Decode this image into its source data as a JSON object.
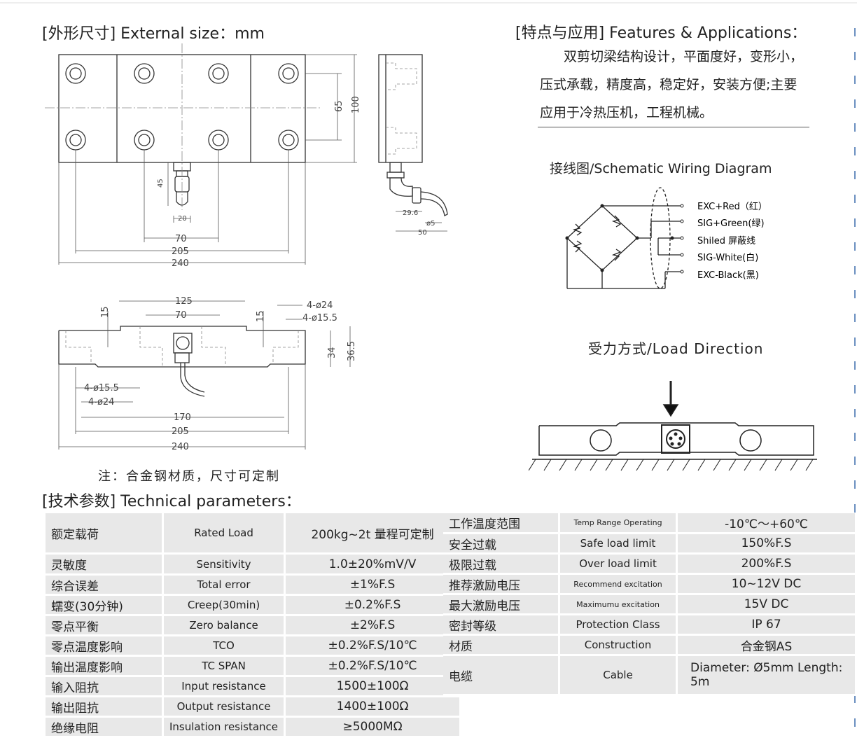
{
  "headings": {
    "external_size": "[外形尺寸] External size：mm",
    "features": "[特点与应用] Features & Applications：",
    "technical": "[技术参数] Technical parameters："
  },
  "features_text": [
    "双剪切梁结构设计，平面度好，变形小，",
    "压式承载，精度高，稳定好，安装方便;主要",
    "应用于冷热压机，工程机械。"
  ],
  "wiring": {
    "title": "接线图/Schematic Wiring Diagram",
    "labels": [
      "EXC+Red（红）",
      "SIG+Green(绿)",
      "Shiled  屏蔽线",
      "SIG-White(白)",
      "EXC-Black(黑)"
    ]
  },
  "load": {
    "title": "受力方式/Load Direction"
  },
  "note": "注：合金钢材质，尺寸可定制",
  "dims": {
    "top": {
      "d65": "65",
      "d100": "100",
      "d45": "45",
      "d20": "20",
      "d70": "70",
      "d205": "205",
      "d240": "240"
    },
    "side": {
      "d29_6": "29.6",
      "d5": "ø5",
      "d50": "50"
    },
    "front": {
      "d125": "125",
      "d70": "70",
      "d15a": "15",
      "d15b": "15",
      "h24": "4-ø24",
      "h15_5": "4-ø15.5",
      "d34": "34",
      "d36_5": "36.5",
      "l15_5": "4-ø15.5",
      "l24": "4-ø24",
      "d170": "170",
      "d205": "205",
      "d240": "240"
    }
  },
  "table_left": [
    {
      "cn": "额定载荷",
      "en": "Rated Load",
      "val": "200kg~2t    量程可定制"
    },
    {
      "cn": "灵敏度",
      "en": "Sensitivity",
      "val": "1.0±20%mV/V"
    },
    {
      "cn": "综合误差",
      "en": "Total error",
      "val": "±1%F.S"
    },
    {
      "cn": "蠕变(30分钟)",
      "en": "Creep(30min)",
      "val": "±0.2%F.S"
    },
    {
      "cn": "零点平衡",
      "en": "Zero balance",
      "val": "±2%F.S"
    },
    {
      "cn": "零点温度影响",
      "en": "TCO",
      "val": "±0.2%F.S/10℃"
    },
    {
      "cn": "输出温度影响",
      "en": "TC SPAN",
      "val": "±0.2%F.S/10℃"
    },
    {
      "cn": "输入阻抗",
      "en": "Input resistance",
      "val": "1500±100Ω"
    },
    {
      "cn": "输出阻抗",
      "en": "Output resistance",
      "val": "1400±100Ω"
    },
    {
      "cn": "绝缘电阻",
      "en": "Insulation resistance",
      "val": "≥5000MΩ"
    }
  ],
  "table_right": [
    {
      "cn": "工作温度范围",
      "en": "Temp Range Operating",
      "val": "-10℃～+60℃"
    },
    {
      "cn": "安全过载",
      "en": "Safe load limit",
      "val": "150%F.S"
    },
    {
      "cn": "极限过载",
      "en": "Over load limit",
      "val": "200%F.S"
    },
    {
      "cn": "推荐激励电压",
      "en": "Recommend excitation",
      "val": "10~12V  DC"
    },
    {
      "cn": "最大激励电压",
      "en": "Maximumu excitation",
      "val": "15V   DC"
    },
    {
      "cn": "密封等级",
      "en": "Protection Class",
      "val": "IP 67"
    },
    {
      "cn": "材质",
      "en": "Construction",
      "val": "合金钢AS"
    },
    {
      "cn": "电缆",
      "en": "Cable",
      "val": "Diameter: Ø5mm Length: 5m"
    }
  ]
}
